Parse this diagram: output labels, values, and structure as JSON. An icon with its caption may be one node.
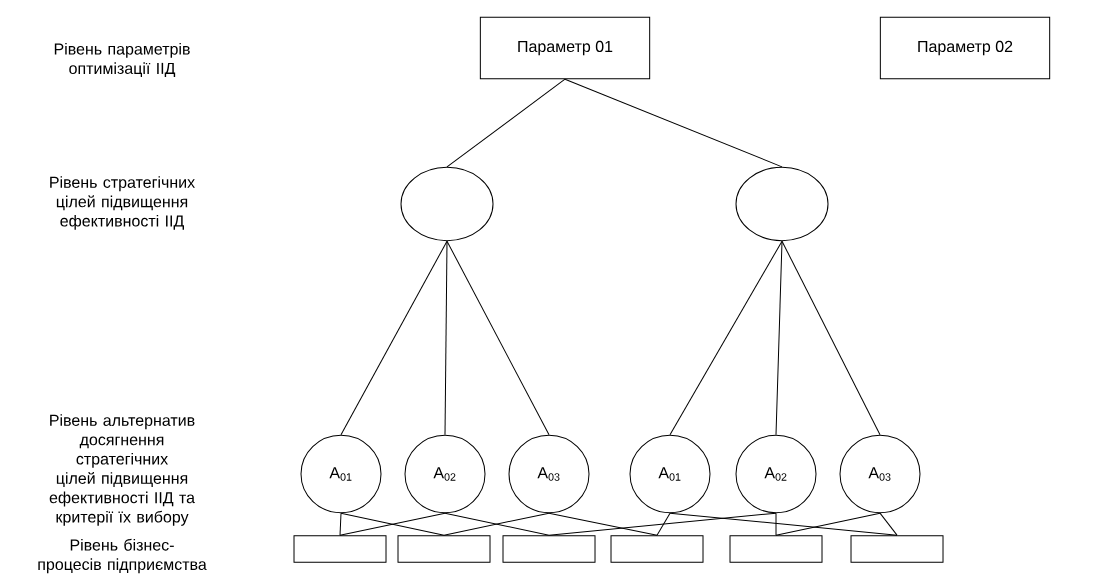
{
  "diagram": {
    "nodes": [
      {
        "text": [
          "Параметр 01"
        ]
      },
      {
        "text": [
          "Параметр 02"
        ]
      },
      {
        "text": [],
        "shape": "ellipse"
      },
      {
        "text": [],
        "shape": "ellipse"
      },
      {
        "text": [
          "A$_{01}$"
        ]
      },
      {
        "text": [
          "A$_{02}$"
        ]
      },
      {
        "text": [
          "A$_{03}$"
        ]
      },
      {
        "text": [
          "A$_{01}$"
        ]
      },
      {
        "text": [
          "A$_{02}$"
        ]
      },
      {
        "text": [
          "A$_{03}$"
        ]
      },
      {
        "text": [],
        "shape": "box"
      },
      {
        "text": [],
        "shape": "box"
      },
      {
        "text": [],
        "shape": "box"
      },
      {
        "text": [],
        "shape": "box"
      },
      {
        "text": [],
        "shape": "box"
      },
      {
        "text": [],
        "shape": "box"
      }
    ],
    "edges": [
      {
        "from": 0,
        "to": 2,
        "arrow": "none"
      },
      {
        "from": 0,
        "to": 3,
        "arrow": "none"
      },
      {
        "from": 2,
        "to": 4,
        "arrow": "none"
      },
      {
        "from": 2,
        "to": 5,
        "arrow": "none"
      },
      {
        "from": 2,
        "to": 6,
        "arrow": "none"
      },
      {
        "from": 3,
        "to": 7,
        "arrow": "none"
      },
      {
        "from": 3,
        "to": 8,
        "arrow": "none"
      },
      {
        "from": 3,
        "to": 9,
        "arrow": "none"
      },
      {
        "from": 4,
        "to": 10,
        "arrow": "none"
      },
      {
        "from": 4,
        "to": 11,
        "arrow": "none"
      },
      {
        "from": 5,
        "to": 10,
        "arrow": "none"
      },
      {
        "from": 5,
        "to": 12,
        "arrow": "none"
      },
      {
        "from": 6,
        "to": 11,
        "arrow": "none"
      },
      {
        "from": 6,
        "to": 13,
        "arrow": "none"
      },
      {
        "from": 7,
        "to": 13,
        "arrow": "none"
      },
      {
        "from": 7,
        "to": 15,
        "arrow": "none"
      },
      {
        "from": 8,
        "to": 12,
        "arrow": "none"
      },
      {
        "from": 8,
        "to": 14,
        "arrow": "none"
      },
      {
        "from": 9,
        "to": 14,
        "arrow": "none"
      },
      {
        "from": 9,
        "to": 15,
        "arrow": "none"
      }
    ],
    "labels": [
      "Рівень параметрів оптимізації ІІД",
      "Рівень стратегічних цілей підвищення ефективності ІІД",
      "Рівень альтернатив досягнення стратегічних цілей підвищення ефективності ІІД та критерії їх вибору",
      "Рівень бізнес-процесів підприємства"
    ]
  }
}
